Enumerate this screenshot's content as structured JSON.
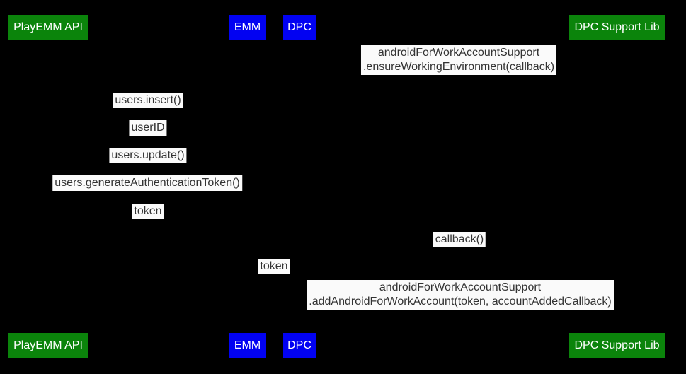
{
  "diagram": {
    "background_color": "#000000",
    "colors": {
      "actor_green": "#0b840b",
      "actor_blue": "#0202f2",
      "label_background": "#fafafa",
      "label_text": "#333333",
      "actor_text": "#ffffff"
    }
  },
  "actors": [
    {
      "label": "PlayEMM API",
      "color": "#0b840b"
    },
    {
      "label": "EMM",
      "color": "#0202f2"
    },
    {
      "label": "DPC",
      "color": "#0202f2"
    },
    {
      "label": "DPC Support Lib",
      "color": "#0b840b"
    }
  ],
  "messages": [
    {
      "lines": [
        "androidForWorkAccountSupport",
        ".ensureWorkingEnvironment(callback)"
      ]
    },
    {
      "lines": [
        "users.insert()"
      ]
    },
    {
      "lines": [
        "userID"
      ]
    },
    {
      "lines": [
        "users.update()"
      ]
    },
    {
      "lines": [
        "users.generateAuthenticationToken()"
      ]
    },
    {
      "lines": [
        "token"
      ]
    },
    {
      "lines": [
        "callback()"
      ]
    },
    {
      "lines": [
        "token"
      ]
    },
    {
      "lines": [
        "androidForWorkAccountSupport",
        ".addAndroidForWorkAccount(token, accountAddedCallback)"
      ]
    }
  ]
}
